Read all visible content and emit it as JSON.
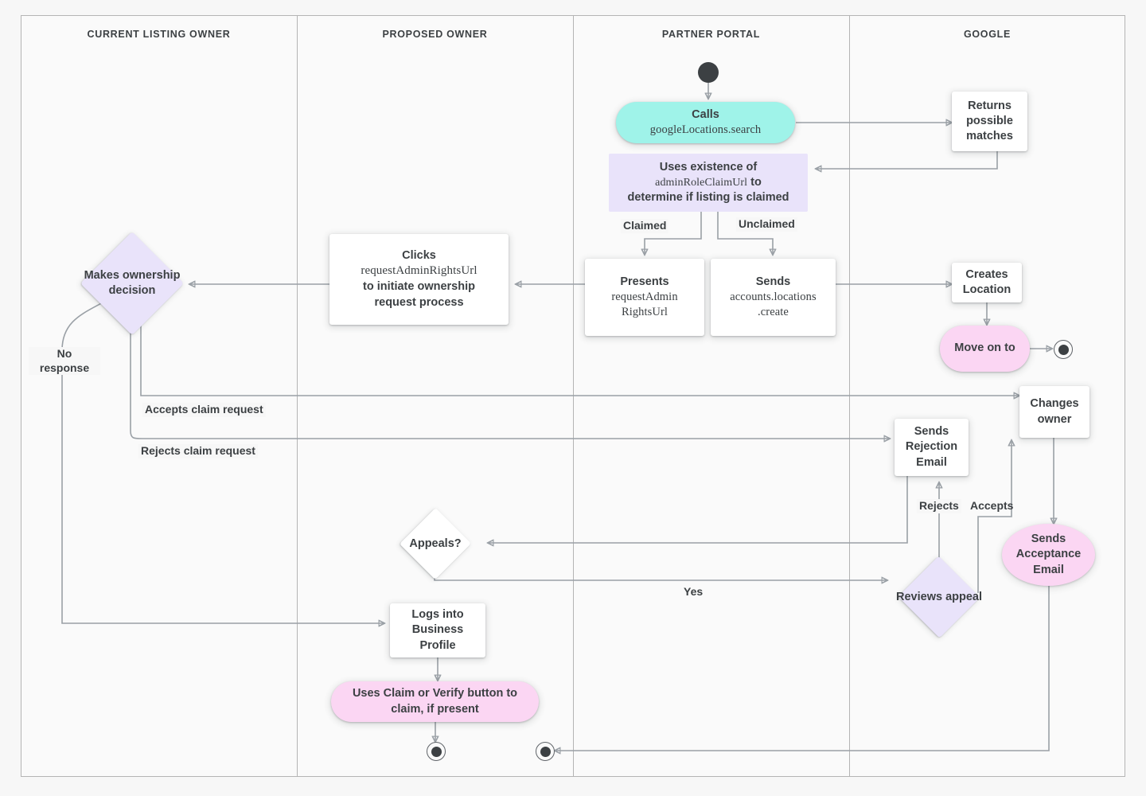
{
  "diagram": {
    "title": "Google Business Profile listing ownership transfer flow",
    "colors": {
      "cyan": "#9ff3e9",
      "lavender": "#e9e3fa",
      "pink": "#fbd6f3",
      "white": "#ffffff",
      "edge": "#9aa0a6",
      "text": "#3c4043",
      "lane_border": "#b4b4b4",
      "lane_header_bg": "#f2f2f2",
      "canvas": "#f7f7f7"
    },
    "lanes": [
      {
        "label": "CURRENT LISTING OWNER"
      },
      {
        "label": "PROPOSED OWNER"
      },
      {
        "label": "PARTNER PORTAL"
      },
      {
        "label": "GOOGLE"
      }
    ],
    "nodes": [
      {
        "id": "start",
        "kind": "start",
        "lane": "PARTNER PORTAL",
        "label": ""
      },
      {
        "id": "calls-search",
        "kind": "pill",
        "color": "cyan",
        "lane": "PARTNER PORTAL",
        "line1": "Calls",
        "line2": "googleLocations.search"
      },
      {
        "id": "returns-matches",
        "kind": "rect",
        "color": "white",
        "lane": "GOOGLE",
        "label": "Returns possible matches"
      },
      {
        "id": "uses-existence",
        "kind": "rect-flat",
        "color": "lavender",
        "lane": "PARTNER PORTAL",
        "line1": "Uses existence of",
        "line2": "adminRoleClaimUrl",
        "line2b": "to",
        "line3": "determine if listing is claimed"
      },
      {
        "id": "presents-url",
        "kind": "rect",
        "color": "white",
        "lane": "PARTNER PORTAL",
        "line1": "Presents",
        "line2": "requestAdmin",
        "line3": "RightsUrl"
      },
      {
        "id": "sends-create",
        "kind": "rect",
        "color": "white",
        "lane": "PARTNER PORTAL",
        "line1": "Sends",
        "line2": "accounts.locations",
        "line3": ".create"
      },
      {
        "id": "creates-location",
        "kind": "rect",
        "color": "white",
        "lane": "GOOGLE",
        "label": "Creates Location"
      },
      {
        "id": "move-on-to",
        "kind": "pill",
        "color": "pink",
        "lane": "GOOGLE",
        "label": "Move on to"
      },
      {
        "id": "end-google",
        "kind": "end",
        "lane": "GOOGLE",
        "label": ""
      },
      {
        "id": "clicks-url",
        "kind": "rect",
        "color": "white",
        "lane": "PROPOSED OWNER",
        "line1": "Clicks",
        "line2": "requestAdminRightsUrl",
        "line3": "to initiate ownership",
        "line4": "request process"
      },
      {
        "id": "makes-decision",
        "kind": "diamond",
        "color": "lavender",
        "lane": "CURRENT LISTING OWNER",
        "label": "Makes ownership decision"
      },
      {
        "id": "changes-owner",
        "kind": "rect",
        "color": "white",
        "lane": "GOOGLE",
        "label": "Changes owner"
      },
      {
        "id": "sends-rejection",
        "kind": "rect",
        "color": "white",
        "lane": "PARTNER PORTAL",
        "label": "Sends Rejection Email"
      },
      {
        "id": "sends-acceptance",
        "kind": "ellipse",
        "color": "pink",
        "lane": "GOOGLE",
        "label": "Sends Acceptance Email"
      },
      {
        "id": "appeals",
        "kind": "diamond",
        "color": "white",
        "lane": "PROPOSED OWNER",
        "label": "Appeals?"
      },
      {
        "id": "reviews-appeal",
        "kind": "diamond",
        "color": "lavender",
        "lane": "PARTNER PORTAL",
        "label": "Reviews appeal"
      },
      {
        "id": "logs-in",
        "kind": "rect",
        "color": "white",
        "lane": "PROPOSED OWNER",
        "label": "Logs into Business Profile"
      },
      {
        "id": "uses-claim-btn",
        "kind": "pill",
        "color": "pink",
        "lane": "PROPOSED OWNER",
        "label": "Uses Claim or Verify button to claim, if present"
      },
      {
        "id": "end-proposed",
        "kind": "end",
        "lane": "PROPOSED OWNER",
        "label": ""
      },
      {
        "id": "end-partner",
        "kind": "end",
        "lane": "PARTNER PORTAL",
        "label": ""
      }
    ],
    "edge_labels": [
      {
        "id": "claimed",
        "text": "Claimed"
      },
      {
        "id": "unclaimed",
        "text": "Unclaimed"
      },
      {
        "id": "no-response",
        "text": "No response"
      },
      {
        "id": "accepts-claim",
        "text": "Accepts claim request"
      },
      {
        "id": "rejects-claim",
        "text": "Rejects claim request"
      },
      {
        "id": "rejects",
        "text": "Rejects"
      },
      {
        "id": "accepts",
        "text": "Accepts"
      },
      {
        "id": "yes",
        "text": "Yes"
      }
    ]
  }
}
